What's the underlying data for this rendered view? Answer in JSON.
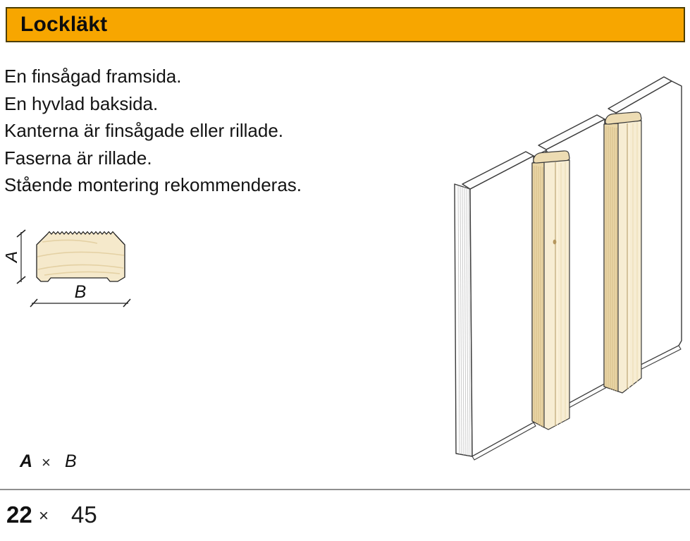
{
  "header": {
    "title": "Lockläkt",
    "bg_color": "#F7A600",
    "border_color": "#4d3e00"
  },
  "description": {
    "lines": [
      "En finsågad framsida.",
      "En hyvlad baksida.",
      "Kanterna är finsågade eller rillade.",
      "Faserna är rillade.",
      "Stående montering rekommenderas."
    ]
  },
  "profile_diagram": {
    "label_a": "A",
    "label_b": "B",
    "wood_color": "#F5E9CB",
    "grain_color": "#E4D1A4",
    "outline_color": "#222222"
  },
  "formula": {
    "a": "A",
    "times": "×",
    "b": "B"
  },
  "dimensions": {
    "a_value": "22",
    "times": "×",
    "b_value": "45"
  },
  "illustration": {
    "board_color": "#FFFFFF",
    "batten_face_color": "#F7EDD3",
    "batten_side_color": "#EAD7A7",
    "batten_top_color": "#EDDCB3",
    "outline_color": "#3A3A3A"
  }
}
